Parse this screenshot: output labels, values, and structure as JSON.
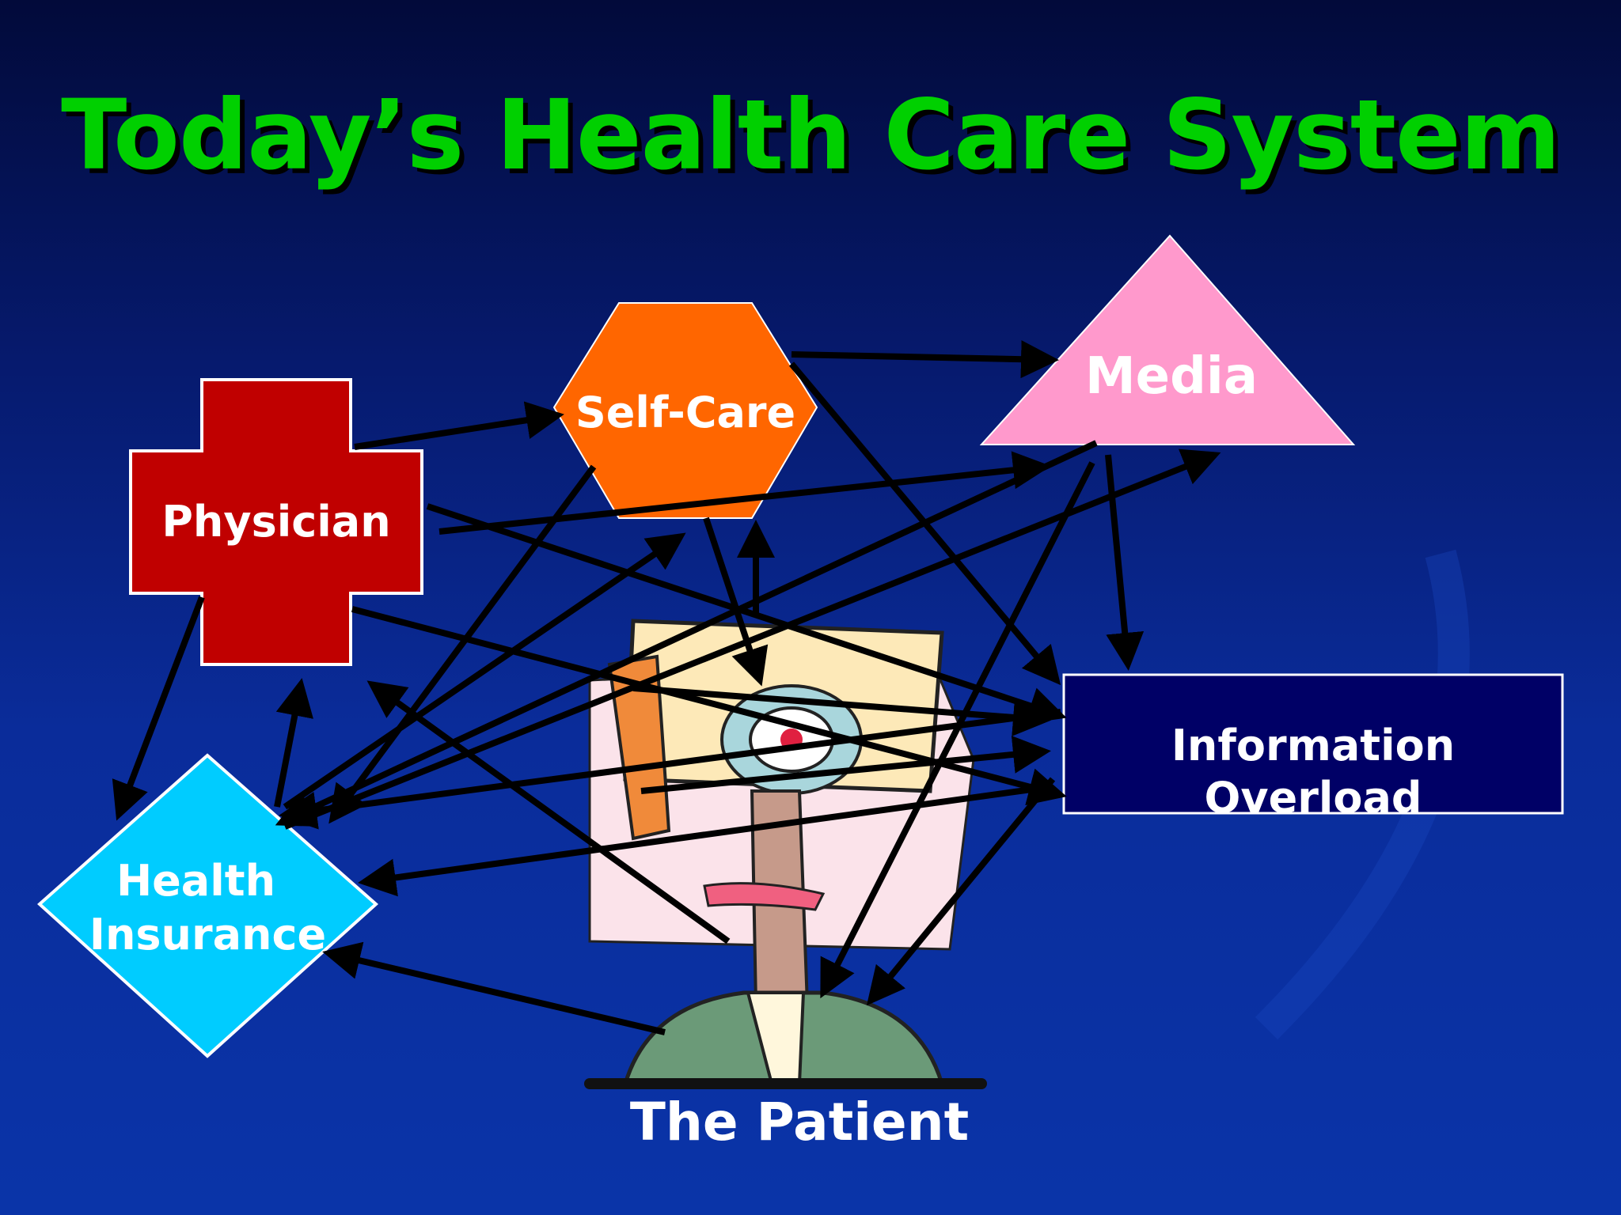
{
  "title": "Today’s Health Care System",
  "nodes": {
    "physician": {
      "label": "Physician",
      "color": "#c00000"
    },
    "self_care": {
      "label": "Self-Care",
      "color": "#ff6600"
    },
    "media": {
      "label": "Media",
      "color": "#ff99cc"
    },
    "info_overload": {
      "label_line1": "Information",
      "label_line2": "Overload",
      "color": "#000066"
    },
    "health_insurance": {
      "label_line1": "Health",
      "label_line2": "Insurance",
      "color": "#00ccff"
    }
  },
  "patient": {
    "label": "The Patient"
  },
  "colors": {
    "title": "#00d000",
    "arrows": "#000000",
    "background": "#0a2c9a"
  }
}
